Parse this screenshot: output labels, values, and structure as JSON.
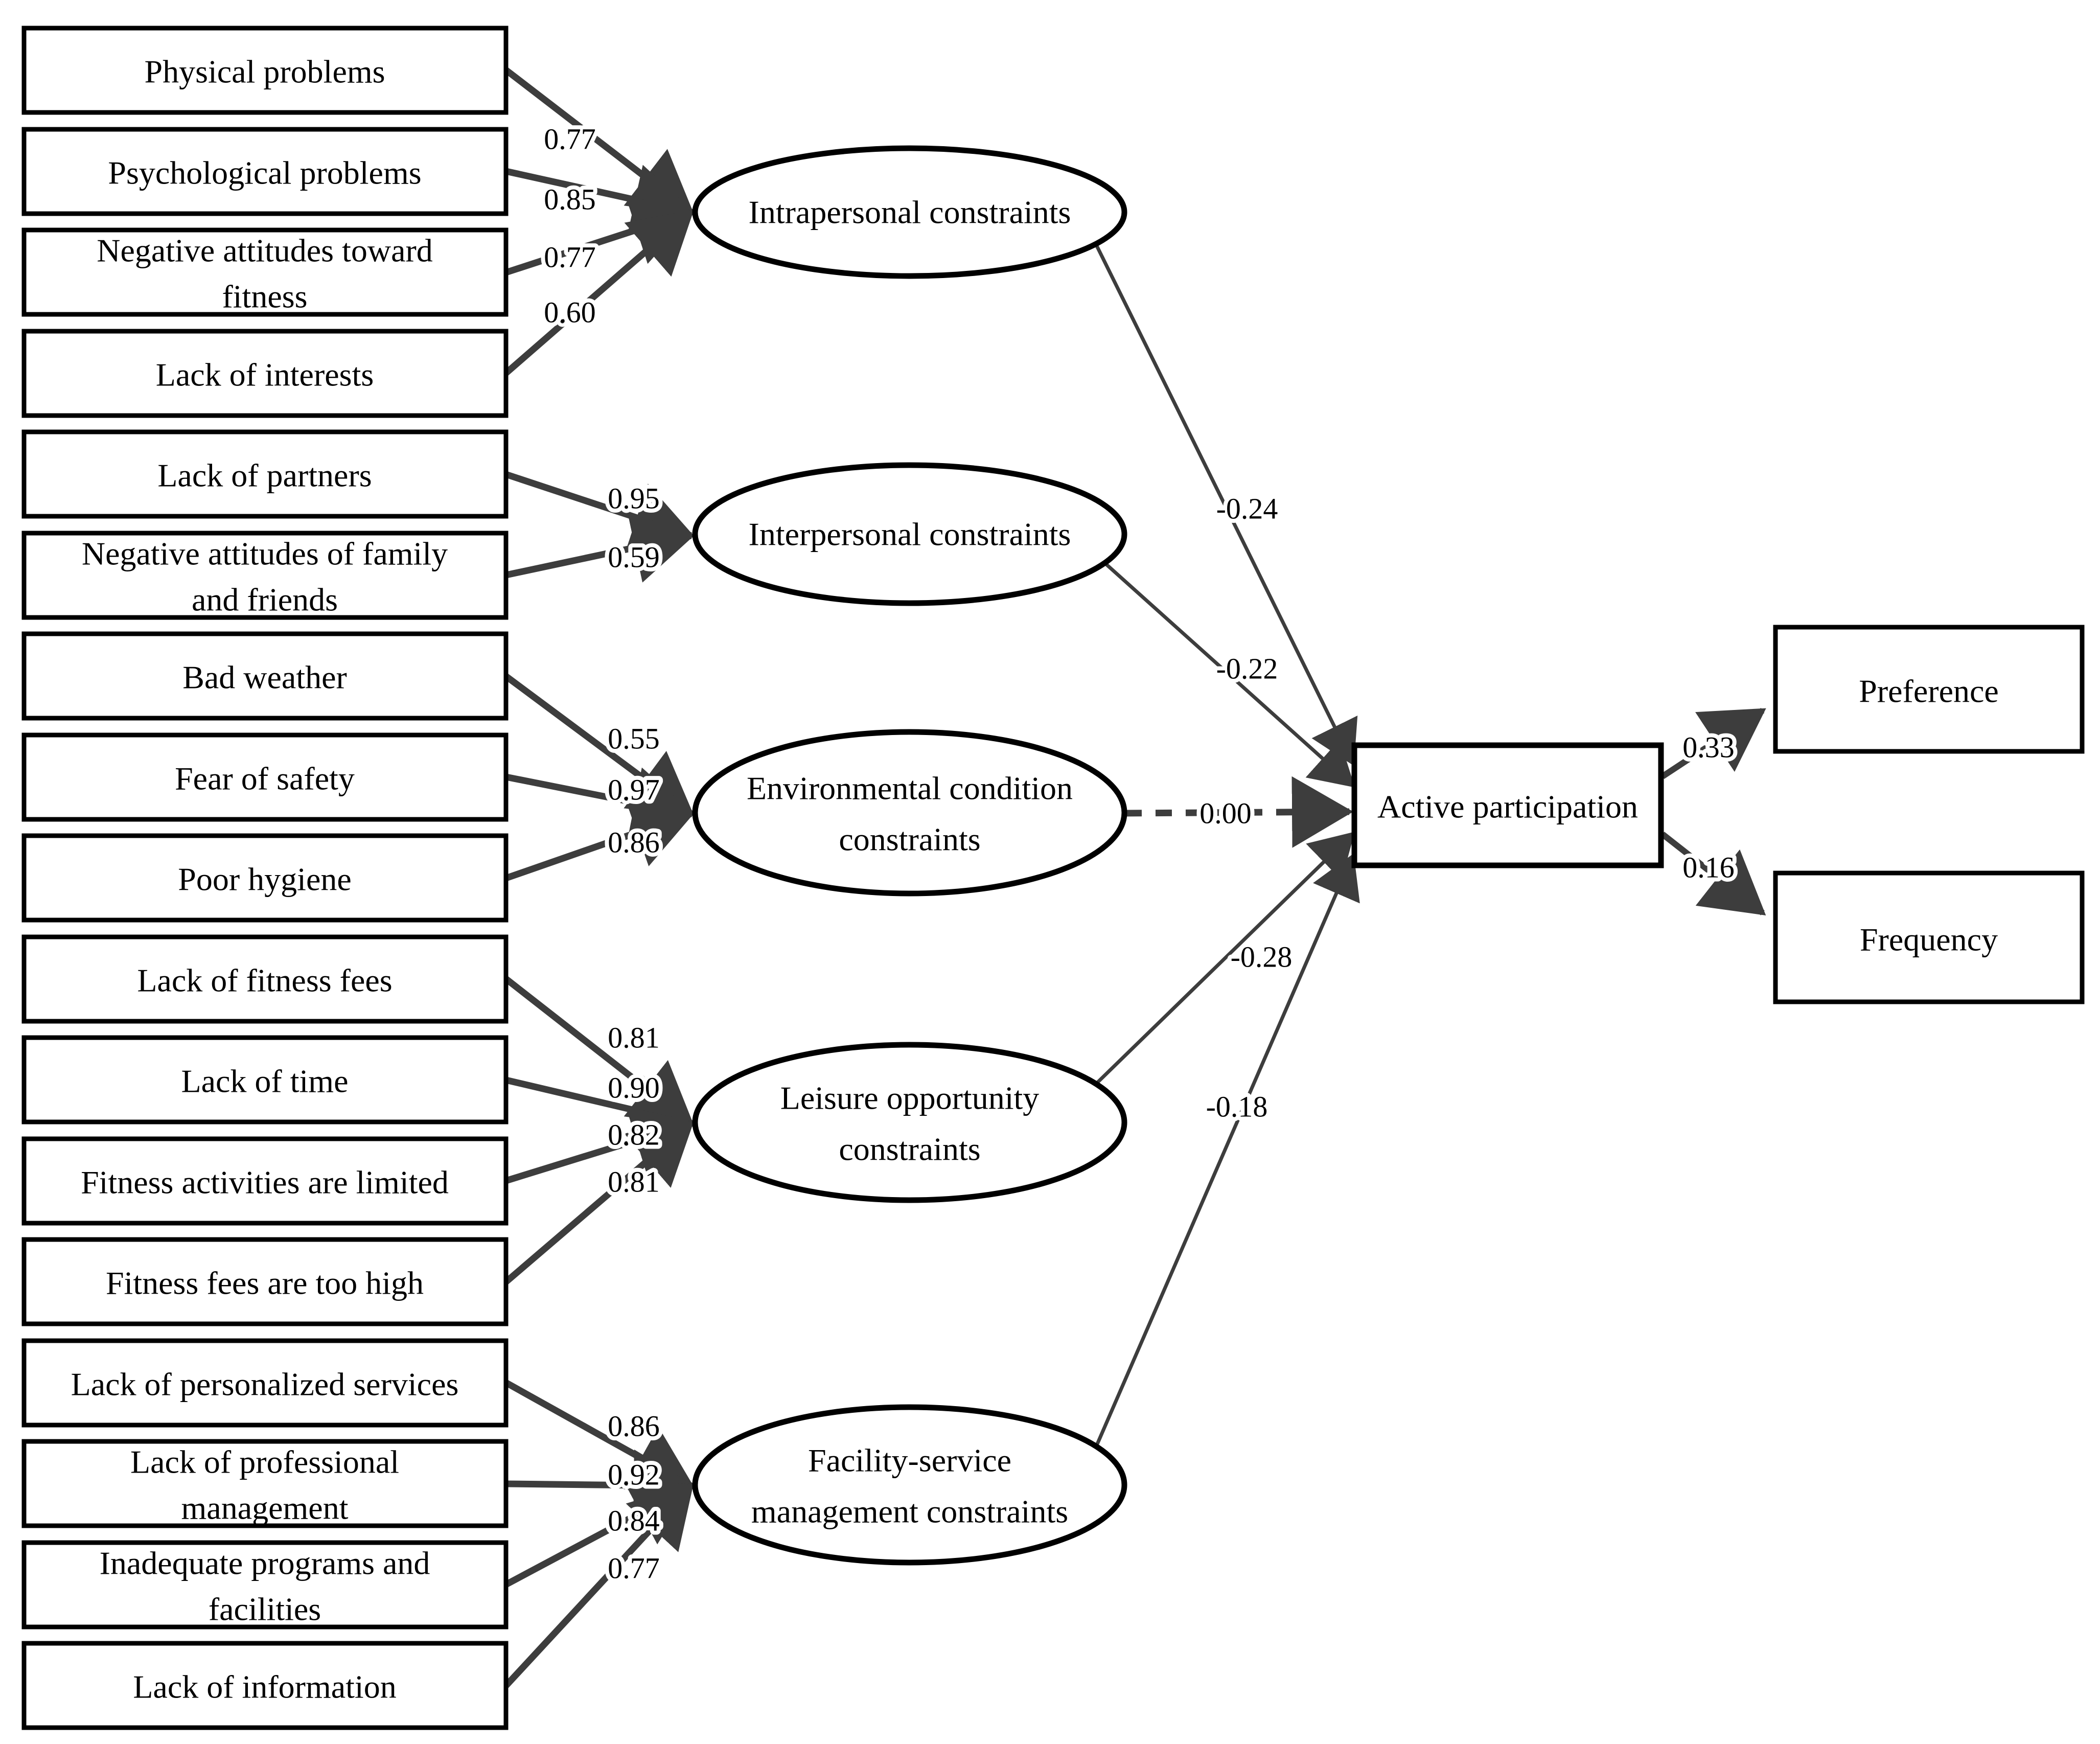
{
  "figure": {
    "background": "#ffffff",
    "arrow_color": "#3d3d3d",
    "shape_stroke_color": "#000000",
    "text_color": "#000000"
  },
  "groups": [
    {
      "latent": {
        "lines": [
          "Intrapersonal constraints"
        ]
      },
      "path_coefficient": "-0.24",
      "path_style": "solid",
      "indicators": [
        {
          "lines": [
            "Physical problems"
          ],
          "loading": "0.77"
        },
        {
          "lines": [
            "Psychological problems"
          ],
          "loading": "0.85"
        },
        {
          "lines": [
            "Negative attitudes toward",
            "fitness"
          ],
          "loading": "0.77"
        },
        {
          "lines": [
            "Lack of interests"
          ],
          "loading": "0.60"
        }
      ]
    },
    {
      "latent": {
        "lines": [
          "Interpersonal constraints"
        ]
      },
      "path_coefficient": "-0.22",
      "path_style": "solid",
      "indicators": [
        {
          "lines": [
            "Lack of partners"
          ],
          "loading": "0.95"
        },
        {
          "lines": [
            "Negative attitudes of family",
            "and friends"
          ],
          "loading": "0.59"
        }
      ]
    },
    {
      "latent": {
        "lines": [
          "Environmental condition",
          "constraints"
        ]
      },
      "path_coefficient": "0.00",
      "path_style": "dashed",
      "indicators": [
        {
          "lines": [
            "Bad weather"
          ],
          "loading": "0.55"
        },
        {
          "lines": [
            "Fear of safety"
          ],
          "loading": "0.97"
        },
        {
          "lines": [
            "Poor hygiene"
          ],
          "loading": "0.86"
        }
      ]
    },
    {
      "latent": {
        "lines": [
          "Leisure opportunity",
          "constraints"
        ]
      },
      "path_coefficient": "-0.28",
      "path_style": "solid",
      "indicators": [
        {
          "lines": [
            "Lack of fitness fees"
          ],
          "loading": "0.81"
        },
        {
          "lines": [
            "Lack of time"
          ],
          "loading": "0.90"
        },
        {
          "lines": [
            "Fitness activities are limited"
          ],
          "loading": "0.82"
        },
        {
          "lines": [
            "Fitness fees are too high"
          ],
          "loading": "0.81"
        }
      ]
    },
    {
      "latent": {
        "lines": [
          "Facility-service",
          "management constraints"
        ]
      },
      "path_coefficient": "-0.18",
      "path_style": "solid",
      "indicators": [
        {
          "lines": [
            "Lack of personalized services"
          ],
          "loading": "0.86"
        },
        {
          "lines": [
            "Lack of professional",
            "management"
          ],
          "loading": "0.92"
        },
        {
          "lines": [
            "Inadequate programs and",
            "facilities"
          ],
          "loading": "0.84"
        },
        {
          "lines": [
            "Lack of information"
          ],
          "loading": "0.77"
        }
      ]
    }
  ],
  "outcome": {
    "label": "Active participation"
  },
  "outcome_paths": [
    {
      "label": "Preference",
      "coefficient": "0.33"
    },
    {
      "label": "Frequency",
      "coefficient": "0.16"
    }
  ]
}
